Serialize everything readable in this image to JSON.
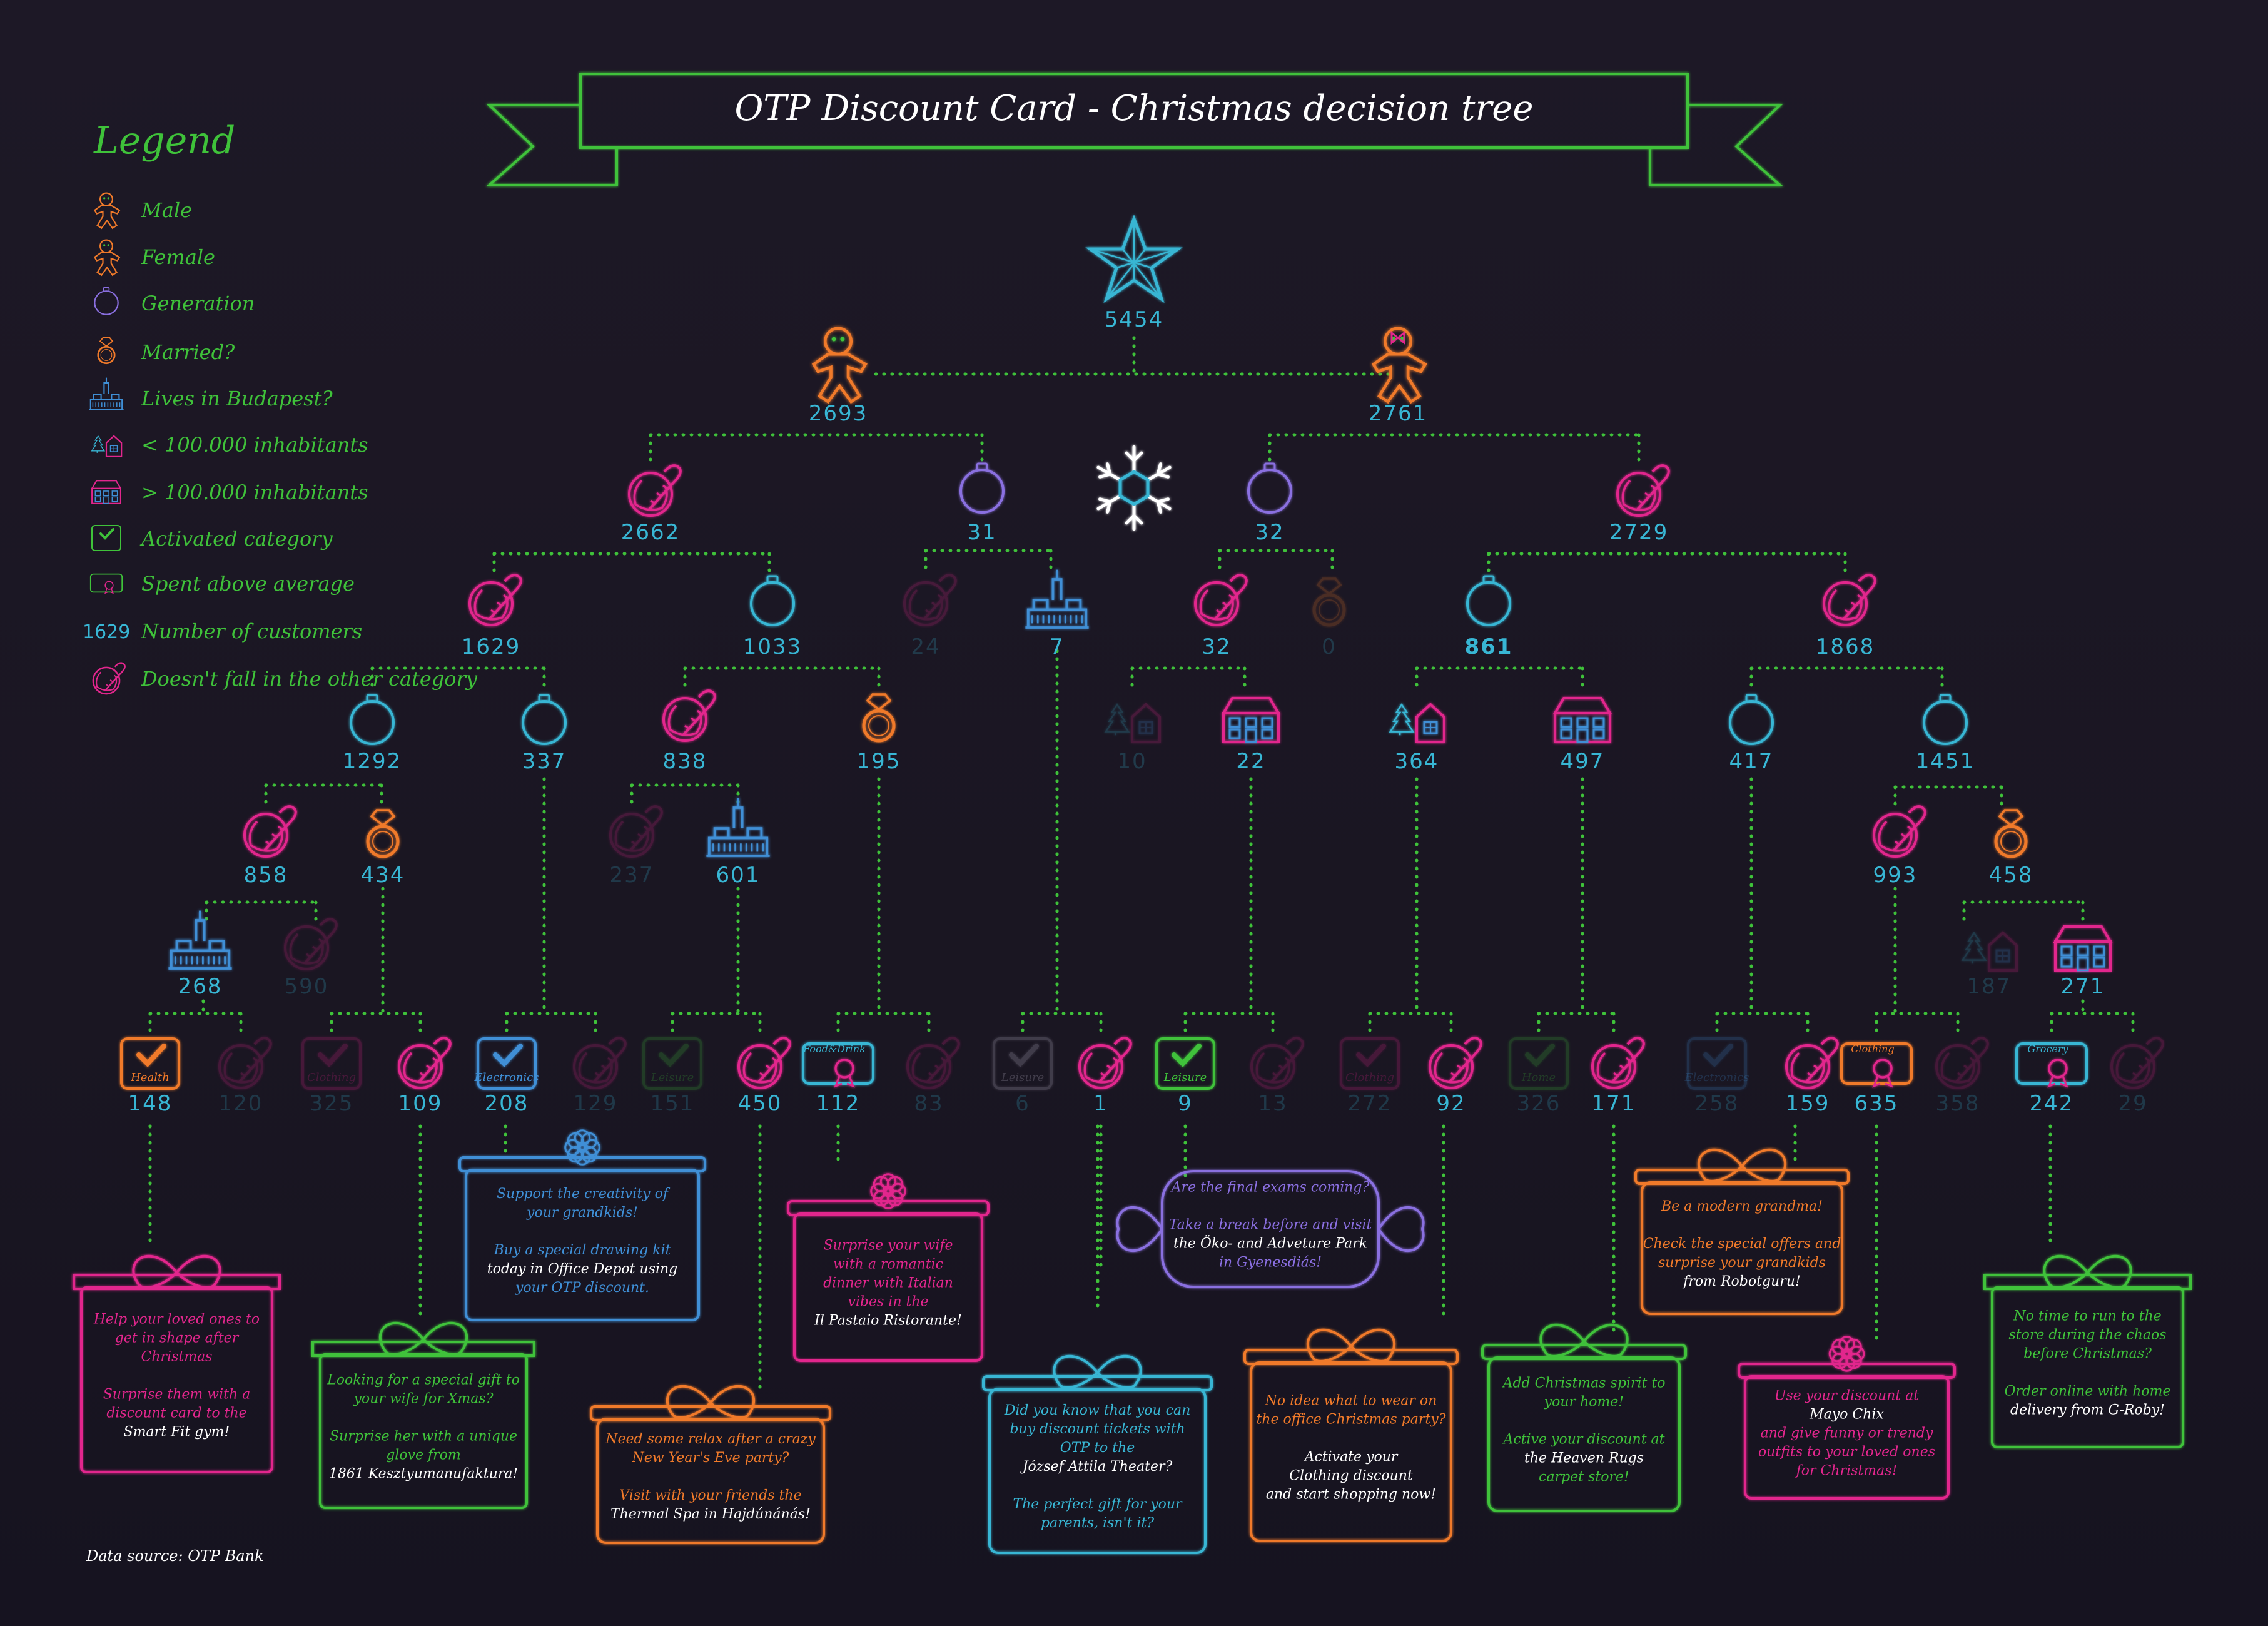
{
  "title": "OTP Discount Card - Christmas decision tree",
  "source": "Data source: OTP Bank",
  "colors": {
    "green": "#3fc23a",
    "pink": "#e2268d",
    "orange": "#f07a2a",
    "blue": "#3f8fd6",
    "cyan": "#38b6d4",
    "purple": "#8a6fe0",
    "violet": "#7a4fd0",
    "white": "#ffffff",
    "gray": "#c9c3d6"
  },
  "legend": {
    "title": "Legend",
    "items": [
      {
        "icon": "gingerbread-male-icon",
        "label": "Male"
      },
      {
        "icon": "gingerbread-female-icon",
        "label": "Female"
      },
      {
        "icon": "ornament-generation-icon",
        "label": "Generation"
      },
      {
        "icon": "ring-icon",
        "label": "Married?"
      },
      {
        "icon": "budapest-parliament-icon",
        "label": "Lives in Budapest?"
      },
      {
        "icon": "small-house-icon",
        "label": "< 100.000 inhabitants"
      },
      {
        "icon": "big-house-icon",
        "label": "> 100.000 inhabitants"
      },
      {
        "icon": "check-category-icon",
        "label": "Activated category"
      },
      {
        "icon": "card-award-icon",
        "label": "Spent above average"
      },
      {
        "icon": "number-sample",
        "label": "Number of customers",
        "sample": "1629"
      },
      {
        "icon": "candy-cane-ball-icon",
        "label": "Doesn't fall in the other category"
      }
    ]
  },
  "nodes": {
    "root": "5454",
    "male": "2693",
    "female": "2761",
    "m_other": "2662",
    "m_gen": "31",
    "f_gen": "32",
    "f_other": "2729",
    "n1629": "1629",
    "n1033": "1033",
    "n24": "24",
    "n7": "7",
    "n32b": "32",
    "n0": "0",
    "n861": "861",
    "n1868": "1868",
    "n1292": "1292",
    "n337": "337",
    "n838": "838",
    "n195": "195",
    "n10": "10",
    "n22": "22",
    "n364": "364",
    "n497": "497",
    "n417": "417",
    "n1451": "1451",
    "n858": "858",
    "n434": "434",
    "n237": "237",
    "n601": "601",
    "n993": "993",
    "n458": "458",
    "n268": "268",
    "n590": "590",
    "n187": "187",
    "n271": "271",
    "l148": "148",
    "l120": "120",
    "l325": "325",
    "l109": "109",
    "l208": "208",
    "l129": "129",
    "l151": "151",
    "l450": "450",
    "l112": "112",
    "l83": "83",
    "l6": "6",
    "l1": "1",
    "l9": "9",
    "l13": "13",
    "l272": "272",
    "l92": "92",
    "l326": "326",
    "l171": "171",
    "l258": "258",
    "l159": "159",
    "l635": "635",
    "l358": "358",
    "l242": "242",
    "l29": "29"
  },
  "categories": {
    "health": "Health",
    "clothing": "Clothing",
    "electronics": "Electronics",
    "leisure": "Leisure",
    "fooddrink": "Food&Drink",
    "home": "Home",
    "grocery": "Grocery"
  },
  "messages": {
    "m1": [
      "Help your loved ones to",
      "get in shape after",
      "Christmas",
      "",
      "Surprise them with a",
      "discount card to the",
      "Smart Fit gym!"
    ],
    "m2": [
      "Looking for a special gift to",
      "your wife for Xmas?",
      "",
      "Surprise her with a unique",
      "glove from",
      "1861 Kesztyumanufaktura!"
    ],
    "m3": [
      "Support the creativity of",
      "your grandkids!",
      "",
      "Buy a special drawing kit",
      "today in Office Depot using",
      "your OTP discount."
    ],
    "m4": [
      "Need some relax after a crazy",
      "New Year's Eve party?",
      "",
      "Visit with your friends the",
      "Thermal Spa in Hajdúnánás!"
    ],
    "m5": [
      "Surprise your wife",
      "with a romantic",
      "dinner with Italian",
      "vibes in the",
      "Il Pastaio Ristorante!"
    ],
    "m6": [
      "Did you know that you can",
      "buy discount tickets with",
      "OTP to the",
      "József Attila Theater?",
      "",
      "The perfect gift for your",
      "parents, isn't it?"
    ],
    "m7": [
      "Are the final exams coming?",
      "",
      "Take a break before and visit",
      "the Öko- and Adveture Park",
      "in Gyenesdiás!"
    ],
    "m8": [
      "No idea what to wear on",
      "the office Christmas party?",
      "",
      "Activate your",
      "Clothing discount",
      "and start shopping now!"
    ],
    "m9": [
      "Add Christmas spirit to",
      "your home!",
      "",
      "Active your discount at",
      "the Heaven Rugs",
      "carpet store!"
    ],
    "m10": [
      "Be a modern grandma!",
      "",
      "Check the special offers and",
      "surprise your grandkids",
      "from Robotguru!"
    ],
    "m11": [
      "Use your discount at",
      "Mayo Chix",
      "and give funny or trendy",
      "outfits to your loved ones",
      "for Christmas!"
    ],
    "m12": [
      "No time to run to the",
      "store during the chaos",
      "before Christmas?",
      "",
      "Order online with home",
      "delivery from G-Roby!"
    ]
  }
}
